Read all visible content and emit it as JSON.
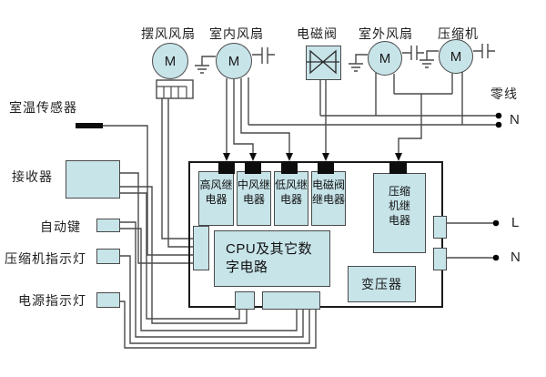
{
  "top": {
    "swing_fan": "摆风风扇",
    "indoor_fan": "室内风扇",
    "valve": "电磁阀",
    "outdoor_fan": "室外风扇",
    "compressor": "压缩机"
  },
  "motor_letter": "M",
  "left": {
    "room_sensor": "室温传感器",
    "receiver": "接收器",
    "auto_key": "自动键",
    "compressor_indicator": "压缩机指示灯",
    "power_indicator": "电源指示灯"
  },
  "board": {
    "relay_high": "高风继电器",
    "relay_mid": "中风继电器",
    "relay_low": "低风继电器",
    "relay_valve": "电磁阀继电器",
    "relay_compressor": "压缩机继电器",
    "cpu": "CPU及其它数字电路",
    "transformer": "变压器"
  },
  "terminals": {
    "neutral_line": "零线",
    "n_top": "N",
    "live": "L",
    "n_bottom": "N"
  },
  "colors": {
    "box_fill": "#c7e4e9",
    "wire": "#4a4a4a",
    "connector": "#0d0d0d"
  }
}
